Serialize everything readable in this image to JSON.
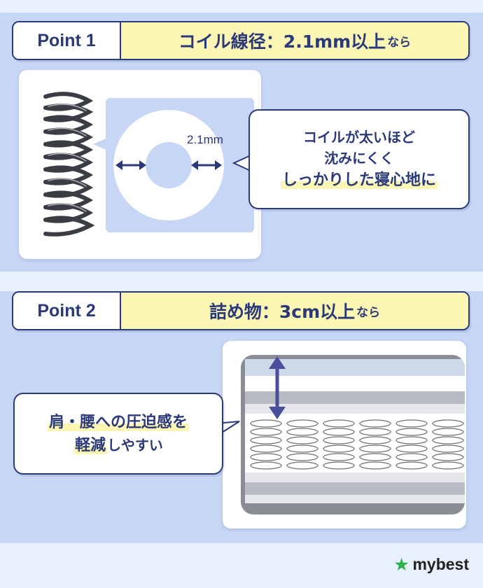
{
  "points": [
    {
      "label": "Point 1",
      "title_main": "コイル線径：2.1mm以上",
      "title_suffix": "なら",
      "dimension_label": "2.1mm",
      "callout_lines": [
        "コイルが太いほど",
        "沈みにくく"
      ],
      "callout_highlight": "しっかりした寝心地に"
    },
    {
      "label": "Point 2",
      "title_main": "詰め物：3cm以上",
      "title_suffix": "なら",
      "callout_highlight": "肩・腰への圧迫感を",
      "callout_highlight2": "軽減",
      "callout_rest": "しやすい"
    }
  ],
  "brand": {
    "name": "mybest",
    "star": "★"
  },
  "colors": {
    "navy": "#2a3a78",
    "yellow": "#fcf6b4",
    "light_blue": "#c7d6f5"
  }
}
